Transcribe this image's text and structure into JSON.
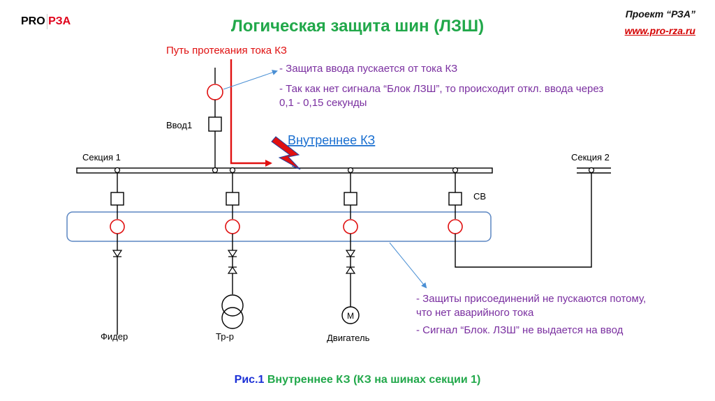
{
  "header": {
    "logo_pro": "PRO",
    "logo_rza": "РЗА",
    "title": "Логическая защита шин (ЛЗШ)",
    "project": "Проект “РЗА”",
    "site": "www.pro-rza.ru"
  },
  "diagram": {
    "fault_path_label": "Путь протекания тока КЗ",
    "internal_fault_label": "Внутреннее КЗ",
    "section1_label": "Секция 1",
    "section2_label": "Секция 2",
    "input_label": "Ввод1",
    "sv_label": "СВ",
    "motor_symbol": "М",
    "feeder_labels": [
      "Фидер",
      "Тр-р",
      "Двигатель"
    ],
    "notes_top": [
      "- Защита ввода пускается от тока КЗ",
      "- Так как нет сигнала “Блок ЛЗШ”, то происходит откл. ввода через",
      "0,1 - 0,15 секунды"
    ],
    "notes_bottom": [
      "- Защиты присоединений не пускаются потому,",
      "что нет аварийного тока",
      "- Сигнал “Блок. ЛЗШ” не выдается на ввод"
    ],
    "colors": {
      "fault_red": "#e01010",
      "relay_red": "#e01010",
      "note_purple": "#7a2fa0",
      "link_blue": "#1a6fd0",
      "box_blue": "#5b86c2"
    }
  },
  "caption": {
    "label": "Рис.1",
    "text": "Внутреннее КЗ (КЗ на шинах секции 1)"
  }
}
